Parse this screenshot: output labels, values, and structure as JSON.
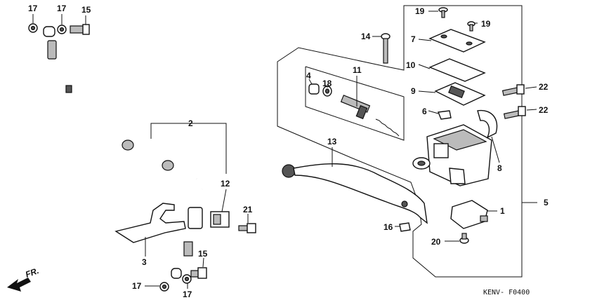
{
  "diagram": {
    "drawing_code": "KENV- F0400",
    "direction_label": "FR.",
    "callouts": {
      "c17a": "17",
      "c17b": "17",
      "c15a": "15",
      "c2": "2",
      "c12": "12",
      "c21": "21",
      "c3": "3",
      "c15b": "15",
      "c17c": "17",
      "c17d": "17",
      "c19a": "19",
      "c19b": "19",
      "c14": "14",
      "c7": "7",
      "c10": "10",
      "c11": "11",
      "c4": "4",
      "c18": "18",
      "c9": "9",
      "c6": "6",
      "c22a": "22",
      "c22b": "22",
      "c13": "13",
      "c8": "8",
      "c5": "5",
      "c1": "1",
      "c16": "16",
      "c20": "20"
    }
  }
}
